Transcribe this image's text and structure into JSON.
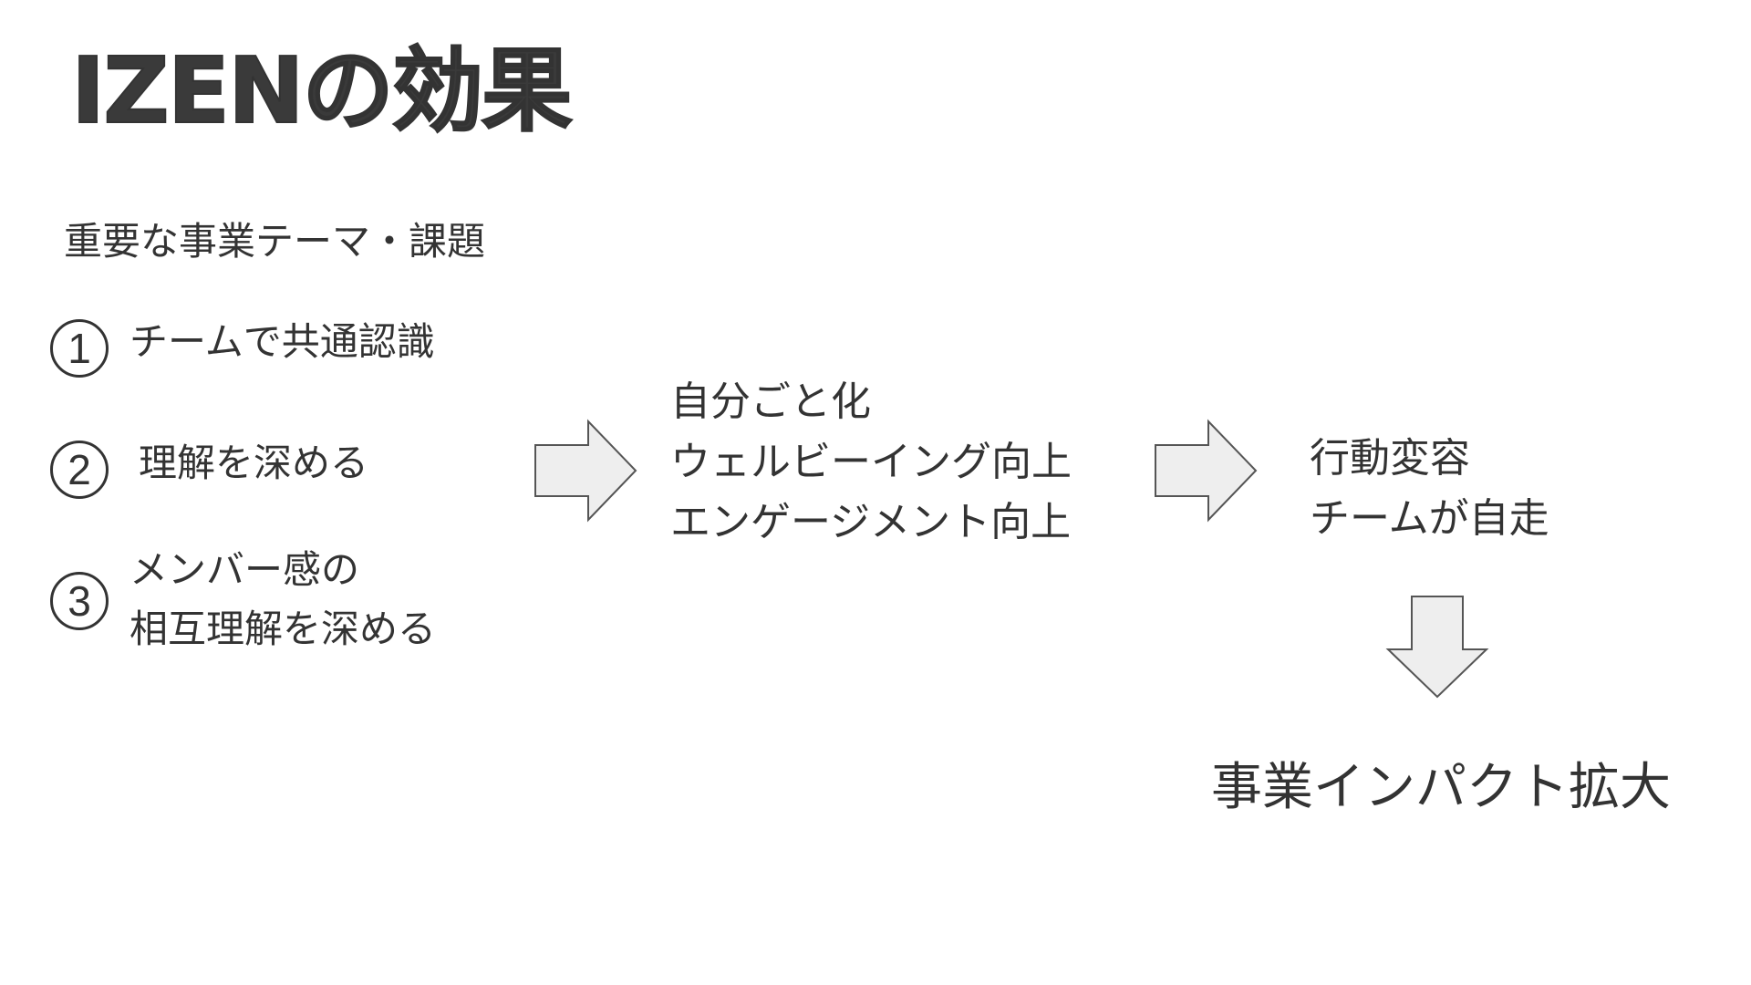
{
  "slide": {
    "title": "IZENの効果",
    "subtitle": "重要な事業テーマ・課題",
    "items": [
      {
        "number": "1",
        "text": "チームで共通認識"
      },
      {
        "number": "2",
        "text": "理解を深める"
      },
      {
        "number": "3",
        "lines": [
          "メンバー感の",
          "相互理解を深める"
        ]
      }
    ],
    "middle": {
      "lines": [
        "自分ごと化",
        "ウェルビーイング向上",
        "エンゲージメント向上"
      ]
    },
    "right": {
      "lines": [
        "行動変容",
        "チームが自走"
      ]
    },
    "outcome": "事業インパクト拡大",
    "colors": {
      "text": "#333333",
      "arrow_fill": "#eeeeee",
      "arrow_stroke": "#555555"
    }
  }
}
